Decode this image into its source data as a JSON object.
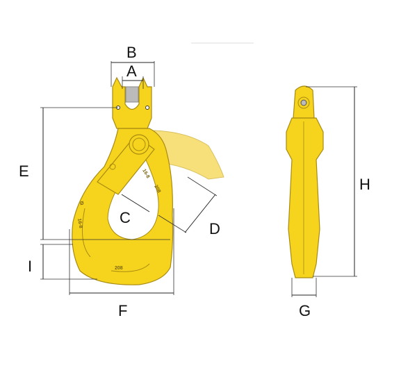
{
  "dimension_labels": {
    "A": "A",
    "B": "B",
    "C": "C",
    "D": "D",
    "E": "E",
    "F": "F",
    "G": "G",
    "H": "H",
    "I": "I"
  },
  "engravings": [
    "16-8",
    "208",
    "16-8",
    "208",
    "Ø"
  ],
  "colors": {
    "hook": "#f6d41e",
    "outline": "#a88a10",
    "latch": "#f7e07a",
    "lines": "#222222"
  }
}
